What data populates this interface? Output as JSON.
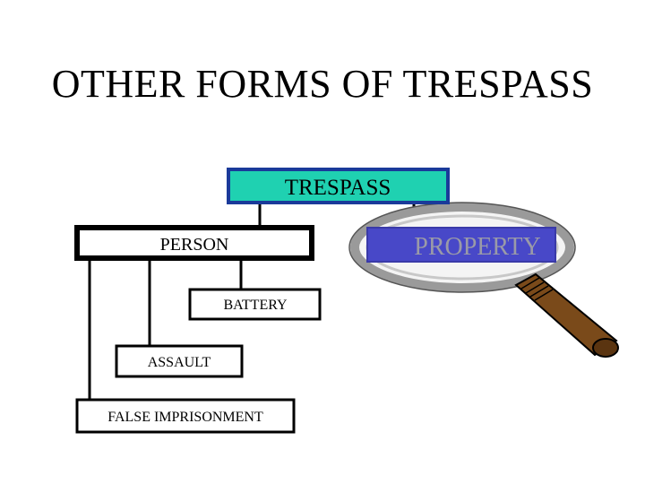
{
  "slide": {
    "title": "OTHER FORMS OF TRESPASS"
  },
  "diagram": {
    "root": {
      "label": "TRESPASS",
      "fill": "#1fd1b1",
      "border": "#1a3a9a"
    },
    "person": {
      "label": "PERSON"
    },
    "property": {
      "label": "PROPERTY",
      "fill": "#4848c8",
      "text_color": "#9a9aa8"
    },
    "person_children": [
      {
        "label": "BATTERY"
      },
      {
        "label": "ASSAULT"
      },
      {
        "label": "FALSE IMPRISONMENT"
      }
    ],
    "magnifier": {
      "name": "magnifying-glass-icon",
      "handle_color": "#7a4a1a",
      "rim_color": "#8c8c8c"
    }
  }
}
